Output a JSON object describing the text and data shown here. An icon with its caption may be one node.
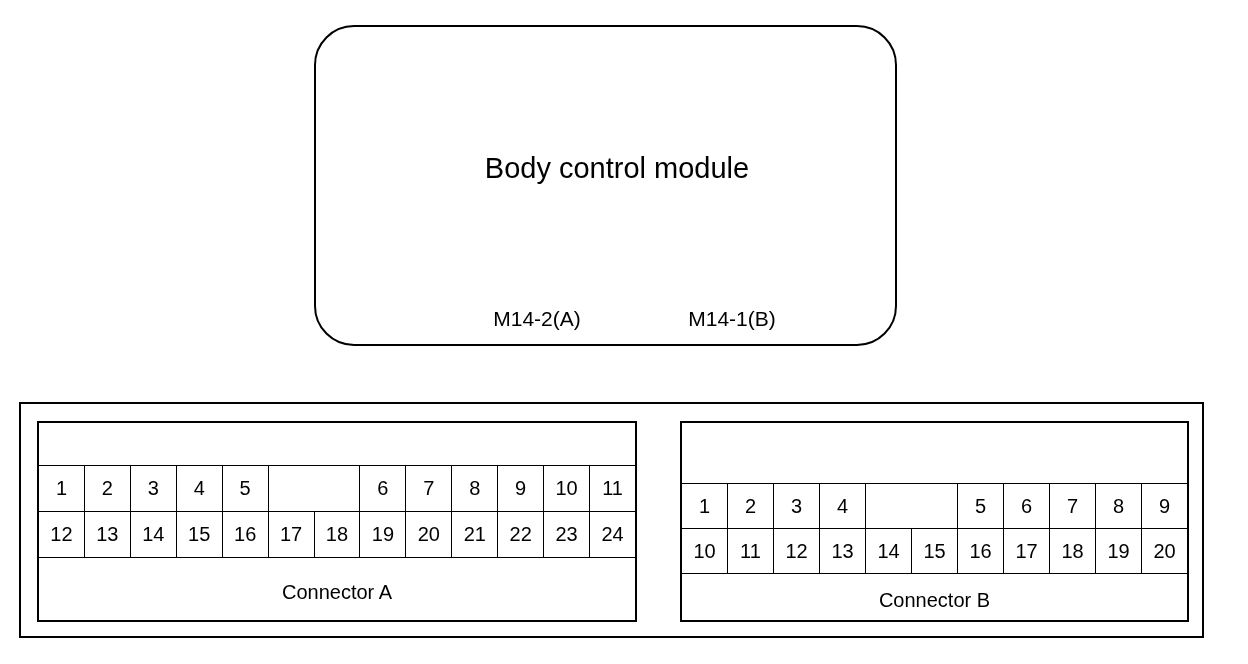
{
  "diagram": {
    "nodes": [
      {
        "text": [
          "Body control module",
          "M14-2(A)",
          "M14-1(B)"
        ]
      },
      {
        "text": [],
        "shape": "box"
      },
      {
        "text": [
          "Connector A"
        ],
        "in": 1
      },
      {
        "text": [
          "1"
        ],
        "in": 2
      },
      {
        "text": [
          "2"
        ],
        "in": 2
      },
      {
        "text": [
          "3"
        ],
        "in": 2
      },
      {
        "text": [
          "4"
        ],
        "in": 2
      },
      {
        "text": [
          "5"
        ],
        "in": 2
      },
      {
        "text": [
          "6"
        ],
        "in": 2
      },
      {
        "text": [
          "7"
        ],
        "in": 2
      },
      {
        "text": [
          "8"
        ],
        "in": 2
      },
      {
        "text": [
          "9"
        ],
        "in": 2
      },
      {
        "text": [
          "10"
        ],
        "in": 2
      },
      {
        "text": [
          "11"
        ],
        "in": 2
      },
      {
        "text": [
          "12"
        ],
        "in": 2
      },
      {
        "text": [
          "13"
        ],
        "in": 2
      },
      {
        "text": [
          "14"
        ],
        "in": 2
      },
      {
        "text": [
          "15"
        ],
        "in": 2
      },
      {
        "text": [
          "16"
        ],
        "in": 2
      },
      {
        "text": [
          "17"
        ],
        "in": 2
      },
      {
        "text": [
          "18"
        ],
        "in": 2
      },
      {
        "text": [
          "19"
        ],
        "in": 2
      },
      {
        "text": [
          "20"
        ],
        "in": 2
      },
      {
        "text": [
          "21"
        ],
        "in": 2
      },
      {
        "text": [
          "22"
        ],
        "in": 2
      },
      {
        "text": [
          "23"
        ],
        "in": 2
      },
      {
        "text": [
          "24"
        ],
        "in": 2
      },
      {
        "text": [
          "Connector B"
        ],
        "in": 1
      },
      {
        "text": [
          "1"
        ],
        "in": 27
      },
      {
        "text": [
          "2"
        ],
        "in": 27
      },
      {
        "text": [
          "3"
        ],
        "in": 27
      },
      {
        "text": [
          "4"
        ],
        "in": 27
      },
      {
        "text": [
          "5"
        ],
        "in": 27
      },
      {
        "text": [
          "6"
        ],
        "in": 27
      },
      {
        "text": [
          "7"
        ],
        "in": 27
      },
      {
        "text": [
          "8"
        ],
        "in": 27
      },
      {
        "text": [
          "9"
        ],
        "in": 27
      },
      {
        "text": [
          "10"
        ],
        "in": 27
      },
      {
        "text": [
          "11"
        ],
        "in": 27
      },
      {
        "text": [
          "12"
        ],
        "in": 27
      },
      {
        "text": [
          "13"
        ],
        "in": 27
      },
      {
        "text": [
          "14"
        ],
        "in": 27
      },
      {
        "text": [
          "15"
        ],
        "in": 27
      },
      {
        "text": [
          "16"
        ],
        "in": 27
      },
      {
        "text": [
          "17"
        ],
        "in": 27
      },
      {
        "text": [
          "18"
        ],
        "in": 27
      },
      {
        "text": [
          "19"
        ],
        "in": 27
      },
      {
        "text": [
          "20"
        ],
        "in": 27
      }
    ]
  }
}
